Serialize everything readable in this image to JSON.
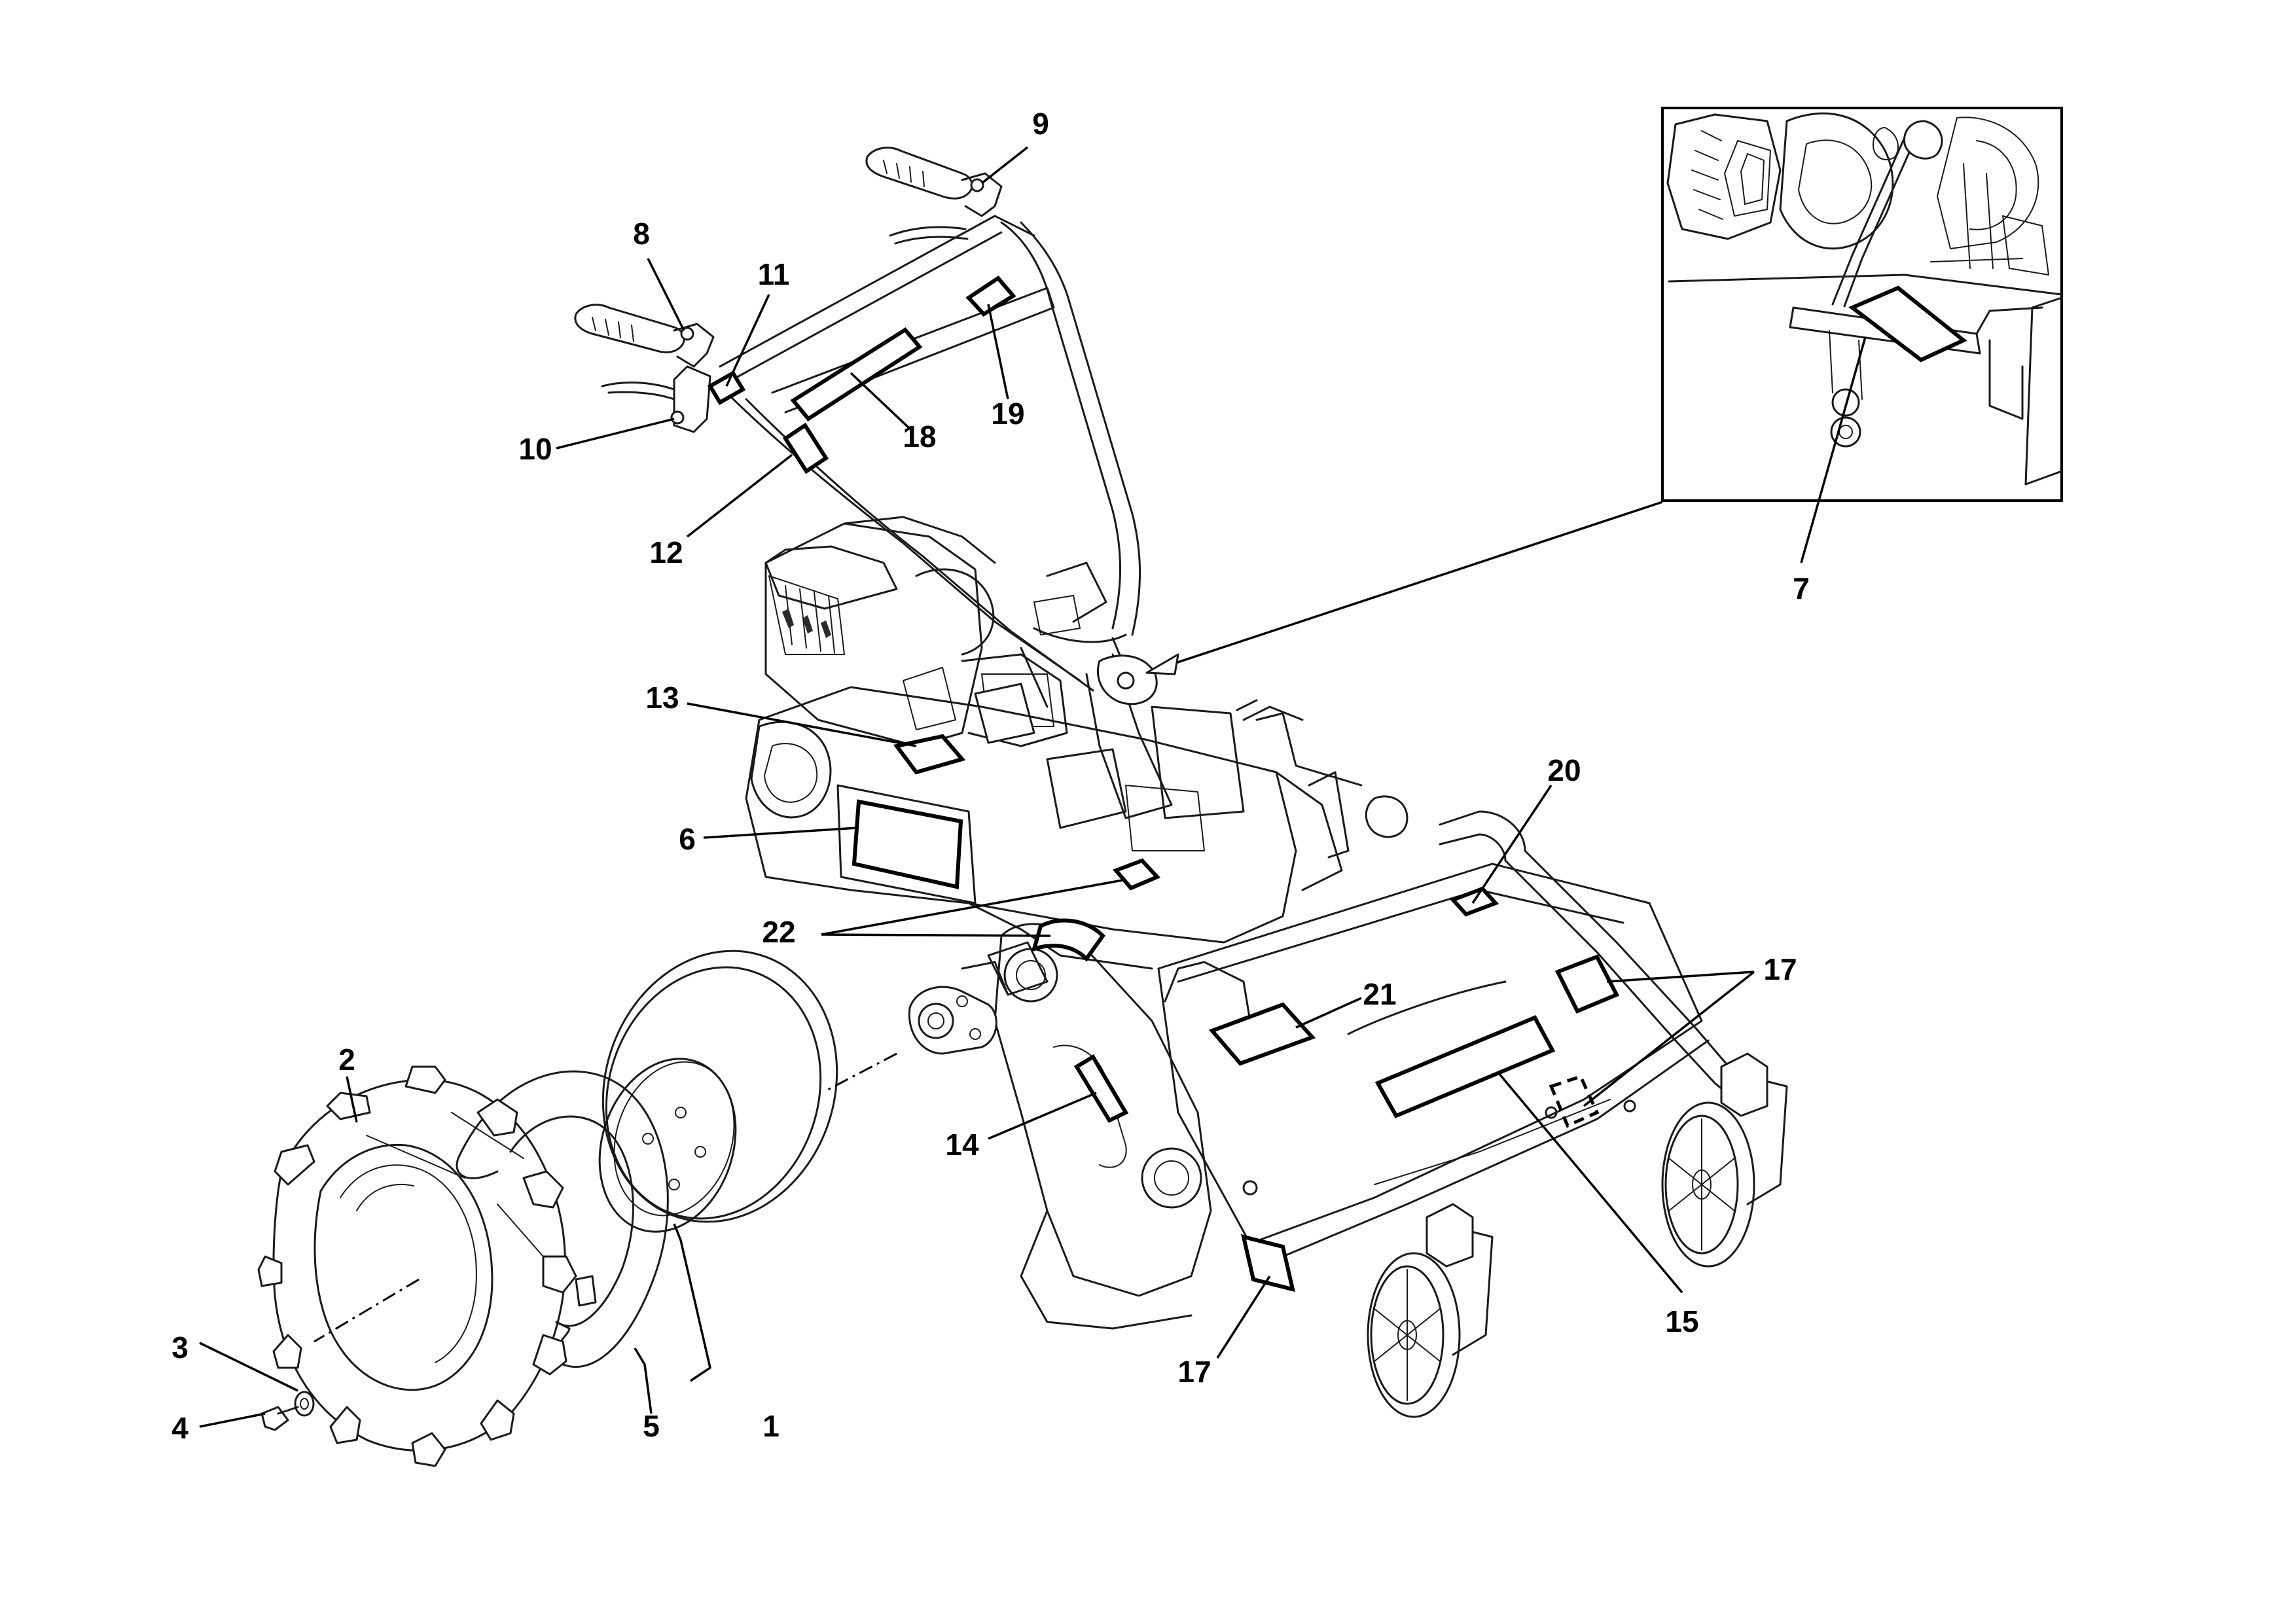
{
  "diagram": {
    "colors": {
      "ink": "#000000",
      "paper": "#ffffff",
      "line": "#1a1a1a"
    },
    "callouts": [
      {
        "id": "c1",
        "label": "1"
      },
      {
        "id": "c2",
        "label": "2"
      },
      {
        "id": "c3",
        "label": "3"
      },
      {
        "id": "c4",
        "label": "4"
      },
      {
        "id": "c5",
        "label": "5"
      },
      {
        "id": "c6",
        "label": "6"
      },
      {
        "id": "c7",
        "label": "7"
      },
      {
        "id": "c8",
        "label": "8"
      },
      {
        "id": "c9",
        "label": "9"
      },
      {
        "id": "c10",
        "label": "10"
      },
      {
        "id": "c11",
        "label": "11"
      },
      {
        "id": "c12",
        "label": "12"
      },
      {
        "id": "c13",
        "label": "13"
      },
      {
        "id": "c14",
        "label": "14"
      },
      {
        "id": "c15",
        "label": "15"
      },
      {
        "id": "c17a",
        "label": "17"
      },
      {
        "id": "c17b",
        "label": "17"
      },
      {
        "id": "c18",
        "label": "18"
      },
      {
        "id": "c19",
        "label": "19"
      },
      {
        "id": "c20",
        "label": "20"
      },
      {
        "id": "c21",
        "label": "21"
      },
      {
        "id": "c22",
        "label": "22"
      }
    ],
    "parts": {
      "tyre": "paddle-tyre-icon",
      "inner_tube": "inner-tube-icon",
      "rim": "wheel-rim-icon",
      "hub": "wheel-hub-icon",
      "washer": "washer-icon",
      "bolt": "bolt-icon",
      "handlebar": "handlebar-icon",
      "engine": "engine-icon",
      "chassis": "chassis-icon",
      "mower_deck": "mower-deck-icon",
      "front_wheels": "castor-wheel-icon",
      "inset_detail": "engine-throttle-detail-icon"
    }
  }
}
